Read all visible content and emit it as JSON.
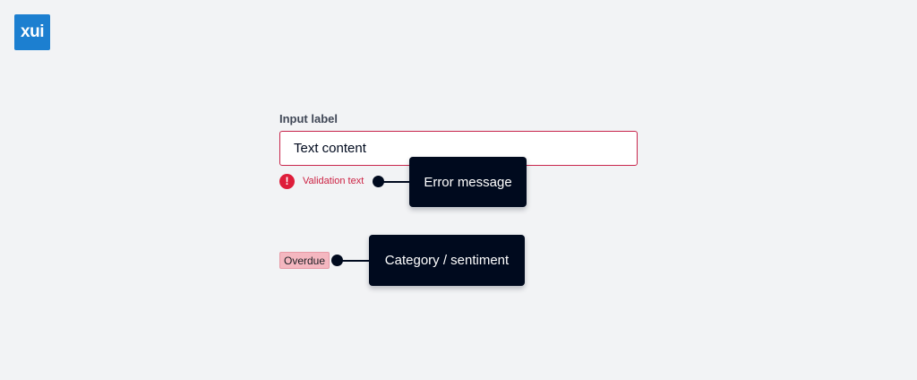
{
  "logo": {
    "text": "xui",
    "color": "#1c7fd0"
  },
  "field": {
    "label": "Input label",
    "value": "Text content",
    "error_border_color": "#c8264c"
  },
  "validation": {
    "icon": "exclamation-circle-icon",
    "icon_glyph": "!",
    "text": "Validation text",
    "color": "#de1d3a"
  },
  "tag": {
    "text": "Overdue",
    "background": "#f4b7c0"
  },
  "annotations": {
    "error_message": "Error message",
    "category_sentiment": "Category / sentiment",
    "tooltip_color": "#000a1e"
  }
}
